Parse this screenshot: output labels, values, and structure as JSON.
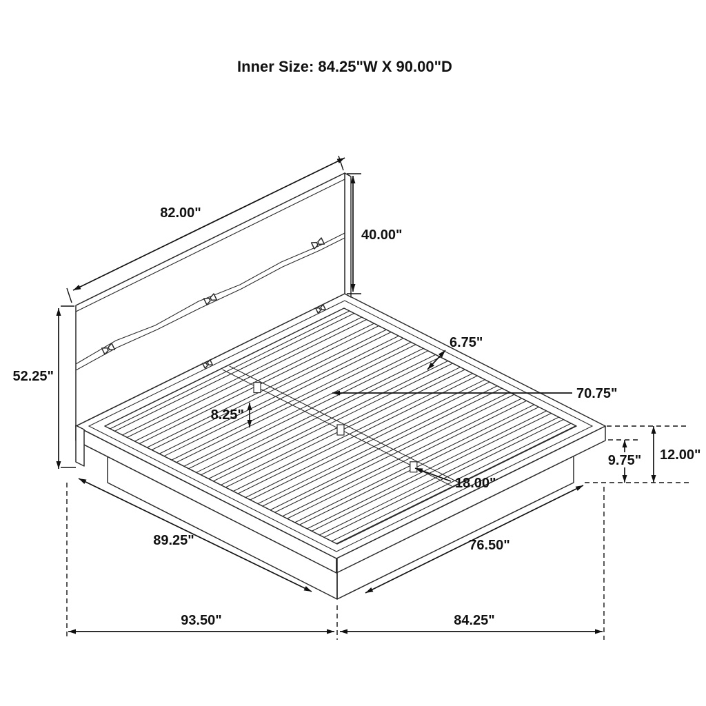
{
  "title": "Inner Size: 84.25\"W X 90.00\"D",
  "dims": {
    "headboard_width": "82.00\"",
    "headboard_height": "40.00\"",
    "headboard_total_height": "52.25\"",
    "slat_gap": "6.75\"",
    "slat_length": "70.75\"",
    "slat_width": "8.25\"",
    "support_spacing": "18.00\"",
    "base_height": "9.75\"",
    "overall_height": "12.00\"",
    "side_length": "89.25\"",
    "foot_width": "76.50\"",
    "overall_depth": "93.50\"",
    "overall_width": "84.25\""
  }
}
